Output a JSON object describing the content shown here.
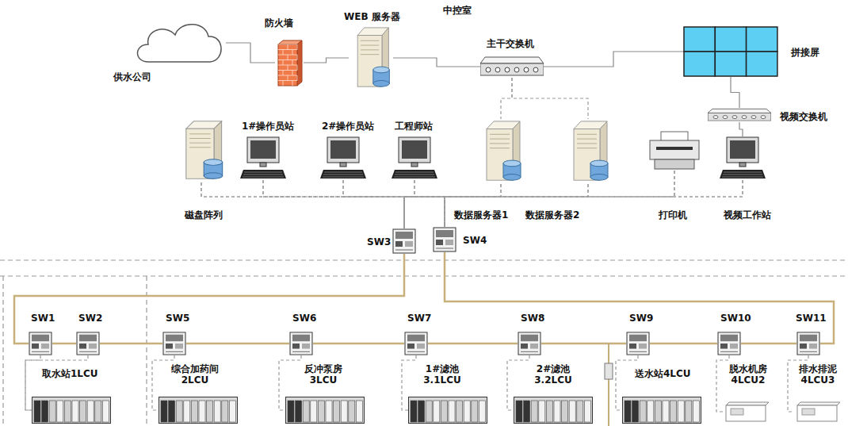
{
  "diagram": {
    "nodes": [
      {
        "text": [
          "供水公司"
        ]
      },
      {
        "text": [
          "防火墙"
        ]
      },
      {
        "text": [
          "WEB 服务器"
        ]
      },
      {
        "text": [
          "主干交换机"
        ]
      },
      {
        "text": [
          "拼接屏"
        ]
      },
      {
        "text": [
          "视频交换机"
        ]
      },
      {
        "text": [
          "磁盘阵列"
        ]
      },
      {
        "text": [
          "1#操作员站"
        ]
      },
      {
        "text": [
          "2#操作员站"
        ]
      },
      {
        "text": [
          "工程师站"
        ]
      },
      {
        "text": [
          "数据服务器1"
        ]
      },
      {
        "text": [
          "数据服务器2"
        ]
      },
      {
        "text": [
          "打印机"
        ]
      },
      {
        "text": [
          "视频工作站"
        ]
      },
      {
        "text": [
          "SW3"
        ]
      },
      {
        "text": [
          "SW4"
        ]
      },
      {
        "text": [
          "SW1"
        ]
      },
      {
        "text": [
          "SW2"
        ]
      },
      {
        "text": [
          "SW5"
        ]
      },
      {
        "text": [
          "SW6"
        ]
      },
      {
        "text": [
          "SW7"
        ]
      },
      {
        "text": [
          "SW8"
        ]
      },
      {
        "text": [
          "SW9"
        ]
      },
      {
        "text": [
          "SW10"
        ]
      },
      {
        "text": [
          "SW11"
        ]
      },
      {
        "text": [
          "取水站1LCU"
        ]
      },
      {
        "text": [
          "综合加药间 2LCU"
        ]
      },
      {
        "text": [
          "反冲泵房 3LCU"
        ]
      },
      {
        "text": [
          "1#滤池 3.1LCU"
        ]
      },
      {
        "text": [
          "2#滤池 3.2LCU"
        ]
      },
      {
        "text": [
          "送水站4LCU"
        ]
      },
      {
        "text": [
          "脱水机房 4LCU2"
        ]
      },
      {
        "text": [
          "排水排泥 4LCU3"
        ]
      }
    ],
    "edges": [
      {
        "from": 0,
        "to": 1,
        "arrow": "none"
      },
      {
        "from": 1,
        "to": 2,
        "arrow": "none"
      },
      {
        "from": 2,
        "to": 3,
        "arrow": "none"
      },
      {
        "from": 3,
        "to": 4,
        "arrow": "none"
      },
      {
        "from": 3,
        "to": 10,
        "arrow": "none"
      },
      {
        "from": 3,
        "to": 11,
        "arrow": "none"
      },
      {
        "from": 5,
        "to": 4,
        "arrow": "none"
      },
      {
        "from": 5,
        "to": 13,
        "arrow": "none"
      },
      {
        "from": 6,
        "to": 14,
        "arrow": "none"
      },
      {
        "from": 7,
        "to": 14,
        "arrow": "none"
      },
      {
        "from": 8,
        "to": 14,
        "arrow": "none"
      },
      {
        "from": 9,
        "to": 14,
        "arrow": "none"
      },
      {
        "from": 10,
        "to": 14,
        "arrow": "none"
      },
      {
        "from": 11,
        "to": 14,
        "arrow": "none"
      },
      {
        "from": 12,
        "to": 14,
        "arrow": "none"
      },
      {
        "from": 13,
        "to": 14,
        "arrow": "none"
      },
      {
        "from": 6,
        "to": 15,
        "arrow": "none"
      },
      {
        "from": 7,
        "to": 15,
        "arrow": "none"
      },
      {
        "from": 8,
        "to": 15,
        "arrow": "none"
      },
      {
        "from": 9,
        "to": 15,
        "arrow": "none"
      },
      {
        "from": 10,
        "to": 15,
        "arrow": "none"
      },
      {
        "from": 11,
        "to": 15,
        "arrow": "none"
      },
      {
        "from": 12,
        "to": 15,
        "arrow": "none"
      },
      {
        "from": 13,
        "to": 15,
        "arrow": "none"
      },
      {
        "from": 14,
        "to": 16,
        "arrow": "none"
      },
      {
        "from": 15,
        "to": 24,
        "arrow": "none"
      },
      {
        "from": 16,
        "to": 17,
        "arrow": "none"
      },
      {
        "from": 17,
        "to": 18,
        "arrow": "none"
      },
      {
        "from": 18,
        "to": 19,
        "arrow": "none"
      },
      {
        "from": 19,
        "to": 20,
        "arrow": "none"
      },
      {
        "from": 20,
        "to": 21,
        "arrow": "none"
      },
      {
        "from": 21,
        "to": 22,
        "arrow": "none"
      },
      {
        "from": 22,
        "to": 23,
        "arrow": "none"
      },
      {
        "from": 23,
        "to": 24,
        "arrow": "none"
      },
      {
        "from": 16,
        "to": 25,
        "arrow": "none"
      },
      {
        "from": 17,
        "to": 25,
        "arrow": "none"
      },
      {
        "from": 18,
        "to": 26,
        "arrow": "none"
      },
      {
        "from": 19,
        "to": 27,
        "arrow": "none"
      },
      {
        "from": 20,
        "to": 28,
        "arrow": "none"
      },
      {
        "from": 21,
        "to": 29,
        "arrow": "none"
      },
      {
        "from": 22,
        "to": 30,
        "arrow": "none"
      },
      {
        "from": 23,
        "to": 31,
        "arrow": "none"
      },
      {
        "from": 24,
        "to": 32,
        "arrow": "none"
      }
    ],
    "labels": [
      "中控室"
    ]
  }
}
